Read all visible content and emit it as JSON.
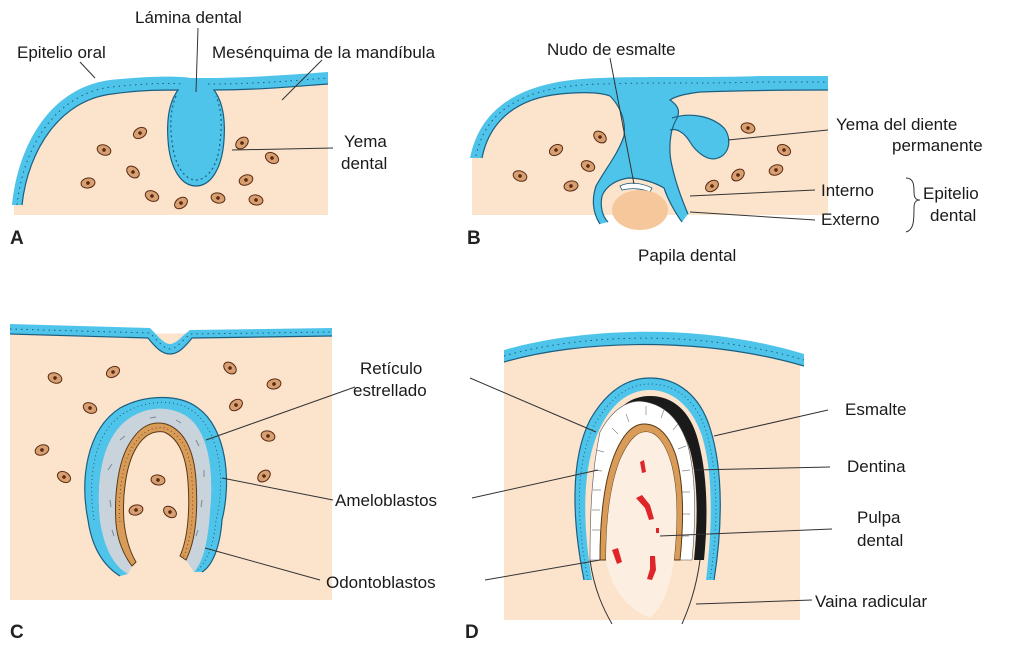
{
  "panels": {
    "a": {
      "letter": "A",
      "labels": {
        "lamina_dental": "Lámina dental",
        "epitelio_oral": "Epitelio oral",
        "mesenquima": "Mesénquima de la mandíbula",
        "yema_l1": "Yema",
        "yema_l2": "dental"
      }
    },
    "b": {
      "letter": "B",
      "labels": {
        "nudo": "Nudo de esmalte",
        "yema_perm_l1": "Yema del diente",
        "yema_perm_l2": "permanente",
        "interno": "Interno",
        "externo": "Externo",
        "epitelio_l1": "Epitelio",
        "epitelio_l2": "dental",
        "papila": "Papila dental"
      }
    },
    "c": {
      "letter": "C",
      "labels": {
        "reticulo_l1": "Retículo",
        "reticulo_l2": "estrellado",
        "ameloblastos": "Ameloblastos",
        "odontoblastos": "Odontoblastos"
      }
    },
    "d": {
      "letter": "D",
      "labels": {
        "esmalte": "Esmalte",
        "dentina": "Dentina",
        "pulpa_l1": "Pulpa",
        "pulpa_l2": "dental",
        "vaina": "Vaina radicular"
      }
    }
  },
  "colors": {
    "epithelium": "#4fc4ea",
    "mesenchyme": "#fbe3cc",
    "papilla": "#f6c79a",
    "reticulum": "#c9d3dc",
    "odontoblasts": "#d99b58",
    "enamel": "#1a1a1a",
    "blood_vessels": "#e0252a"
  }
}
